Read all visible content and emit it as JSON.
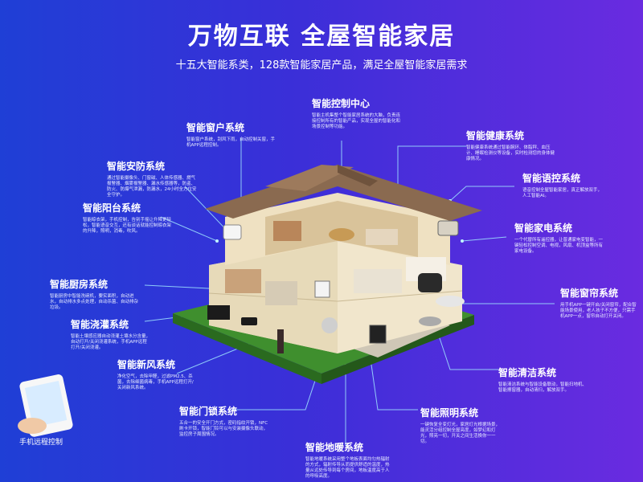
{
  "title": "万物互联 全屋智能家居",
  "subtitle": "十五大智能系类，128款智能家居产品，满足全屋智能家居需求",
  "systems": [
    {
      "name": "智能控制中心",
      "desc": "智能主机集整个智能家居系统的大脑，负责连接控制所有的智能产品，实现全屋的智能化和场景控制等功能。"
    },
    {
      "name": "智能窗户系统",
      "desc": "智能窗户系统，刮风下雨，自动控制关窗，手机APP远程控制。"
    },
    {
      "name": "智能健康系统",
      "desc": "智能健康系统通过智能腕环、体脂秤、血压计、睡眠检测仪等设备，实时检测您的身体健康情况。"
    },
    {
      "name": "智能安防系统",
      "desc": "通过智能摄像头、门窗磁、人体传感器、燃气报警器、烟雾报警器、漏水传感器等，防盗、防火、防爆气泄漏，防漏水，24小时全方位安全守护。"
    },
    {
      "name": "智能语控系统",
      "desc": "语音控制全屋智能家居，真正解放双手，人工智能AI。"
    },
    {
      "name": "智能阳台系统",
      "desc": "智能晾衣架，手机控制，告别手摇让升降更轻松，智能语音交互，还有谈话就能控制晾衣架的升降，照明，消毒，吹风。"
    },
    {
      "name": "智能家电系统",
      "desc": "一个代替所有遥控器，让普通家电变智能，一键轻松控制空调、电视，风扇、机顶盒等所有家电设备。"
    },
    {
      "name": "智能厨房系统",
      "desc": "智能厨房中智能洗碗机，要实面积，自动进水，自动排水多点处理，自动杀菌、自动排杂垃圾。"
    },
    {
      "name": "智能窗帘系统",
      "desc": "用手机APP一键开启/关闭窗帘，配合智能场景使用，老人孩子不方便，只需手机APP一点，窗帘自动打开关闭。"
    },
    {
      "name": "智能浇灌系统",
      "desc": "智能土壤感应器自动浇灌土壤水分含量，自动打开/关闭浇灌系统，手机APP远程打开/关闭浇灌。"
    },
    {
      "name": "智能清洁系统",
      "desc": "智能清洁系统与智能设备联动，智能扫地机、智能擦窗器，自动清扫，解放双手。"
    },
    {
      "name": "智能新风系统",
      "desc": "净化空气，去除甲醛，过滤PM2.5、杀菌，去除细菌病毒，手机APP远程打开/关闭新风系统。"
    },
    {
      "name": "智能门锁系统",
      "desc": "五合一的安全开门方式，密码指纹开锁，NFC刷卡开锁，智能门铃可以与安装摄像头联动，监控房子周围情况。"
    },
    {
      "name": "智能照明系统",
      "desc": "一键恢复全变灯光，家居灯光根据场景，能灵活分组控制全屋亮度，如梦幻和灯光，照亮一切，开关之间生活换你一一切。"
    },
    {
      "name": "智能地暖系统",
      "desc": "智能地暖系统采用整个地板表面均匀热辐射的方式，辐射传导从而提供舒适的温度，热量从远处传导到每个房间，地板温度高于人的呼吸高度。"
    }
  ],
  "phone_caption": "手机远程控制",
  "colors": {
    "bg_left": "#1f3fd6",
    "bg_right": "#6a2be0",
    "line": "#9fe6ff",
    "roof": "#8a6a50",
    "wall": "#f1e6cc"
  }
}
